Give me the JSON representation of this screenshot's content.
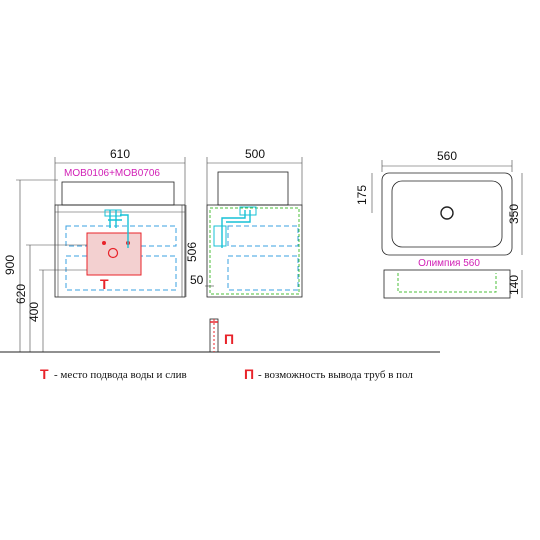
{
  "front_view": {
    "width_label": "610",
    "model_label": "MOB0106+MOB0706",
    "height_900": "900",
    "height_620": "620",
    "height_400": "400",
    "height_506": "506",
    "marker_t": "Т"
  },
  "side_view": {
    "width_label": "500",
    "offset_label": "50",
    "marker_p": "П"
  },
  "basin_top": {
    "width_label": "560",
    "depth_label": "350",
    "drain_offset_label": "175",
    "name_label": "Олимпия 560"
  },
  "basin_side": {
    "height_label": "140"
  },
  "legend": {
    "t_letter": "Т",
    "t_text": "- место подвода воды и слив",
    "p_letter": "П",
    "p_text": "- возможность вывода труб в пол"
  },
  "colors": {
    "accent_red": "#e8232a",
    "accent_blue": "#3aa0e0",
    "accent_green": "#4bbf3a",
    "accent_pink": "#d11fb5"
  }
}
